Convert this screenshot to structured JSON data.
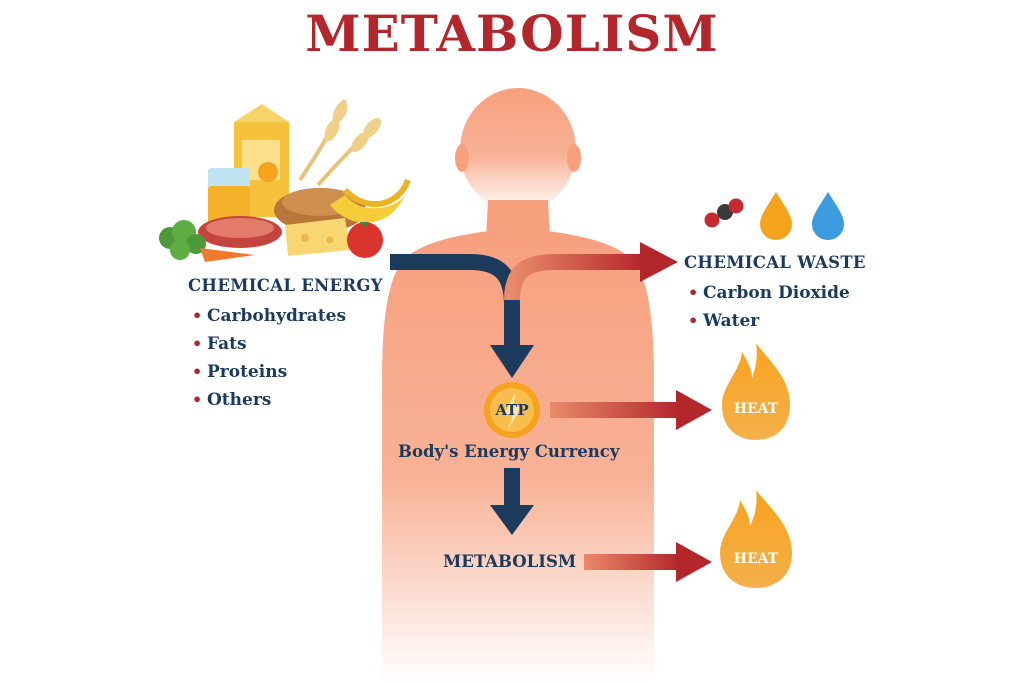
{
  "title": "METABOLISM",
  "chemical_energy": {
    "heading": "CHEMICAL ENERGY",
    "items": [
      "Carbohydrates",
      "Fats",
      "Proteins",
      "Others"
    ]
  },
  "chemical_waste": {
    "heading": "CHEMICAL WASTE",
    "items": [
      "Carbon Dioxide",
      "Water"
    ]
  },
  "atp": {
    "label": "ATP",
    "caption": "Body's Energy Currency"
  },
  "metabolism_label": "METABOLISM",
  "heat_labels": [
    "HEAT",
    "HEAT"
  ],
  "colors": {
    "title": "#b3262b",
    "navy": "#1b3a5c",
    "accent_red": "#b3262b",
    "skin": "#f6a07f",
    "orange": "#f5a21e",
    "blue_drop": "#3d9be0"
  },
  "icons": [
    "food-group-icon",
    "carbon-dioxide-molecule-icon",
    "orange-drop-icon",
    "water-drop-icon",
    "flame-icon",
    "lightning-icon"
  ]
}
